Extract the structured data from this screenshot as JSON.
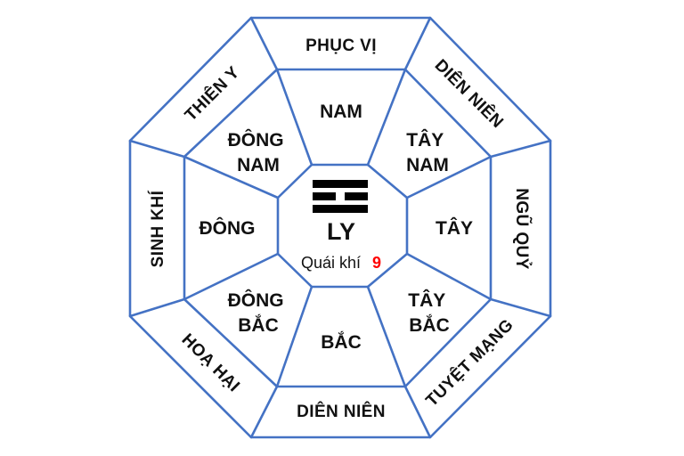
{
  "diagram": {
    "type": "bagua-octagon",
    "title_center": "LY",
    "colors": {
      "line": "#4472C4",
      "text": "#111111",
      "accent_number": "#FF0000",
      "trigram": "#000000",
      "background": "#FFFFFF"
    },
    "center": {
      "trigram_name": "LY",
      "trigram_symbol": "☲",
      "trigram_lines": [
        "solid",
        "broken",
        "solid"
      ],
      "quai_khi_label": "Quái khí",
      "quai_khi_value": "9"
    },
    "outer_ring": [
      {
        "key": "north",
        "label": "PHỤC VỊ",
        "rotation": 0
      },
      {
        "key": "northeast",
        "label": "DIÊN NIÊN",
        "rotation": 45
      },
      {
        "key": "east",
        "label": "NGŨ QUỶ",
        "rotation": 90
      },
      {
        "key": "southeast",
        "label": "TUYỆT MẠNG",
        "rotation": 45
      },
      {
        "key": "south",
        "label": "DIÊN NIÊN",
        "rotation": 0
      },
      {
        "key": "southwest",
        "label": "HOẠ HẠI",
        "rotation": -45
      },
      {
        "key": "west",
        "label": "SINH KHÍ",
        "rotation": -90
      },
      {
        "key": "northwest",
        "label": "THIÊN Y",
        "rotation": -45
      }
    ],
    "middle_ring": [
      {
        "key": "nam",
        "label": "NAM",
        "lines": [
          "NAM"
        ]
      },
      {
        "key": "tay-nam",
        "label": "TÂY NAM",
        "lines": [
          "TÂY",
          "NAM"
        ]
      },
      {
        "key": "tay",
        "label": "TÂY",
        "lines": [
          "TÂY"
        ]
      },
      {
        "key": "tay-bac",
        "label": "TÂY BẮC",
        "lines": [
          "TÂY",
          "BẮC"
        ]
      },
      {
        "key": "bac",
        "label": "BẮC",
        "lines": [
          "BẮC"
        ]
      },
      {
        "key": "dong-bac",
        "label": "ĐÔNG BẮC",
        "lines": [
          "ĐÔNG",
          "BẮC"
        ]
      },
      {
        "key": "dong",
        "label": "ĐÔNG",
        "lines": [
          "ĐÔNG"
        ]
      },
      {
        "key": "dong-nam",
        "label": "ĐÔNG NAM",
        "lines": [
          "ĐÔNG",
          "NAM"
        ]
      }
    ]
  }
}
